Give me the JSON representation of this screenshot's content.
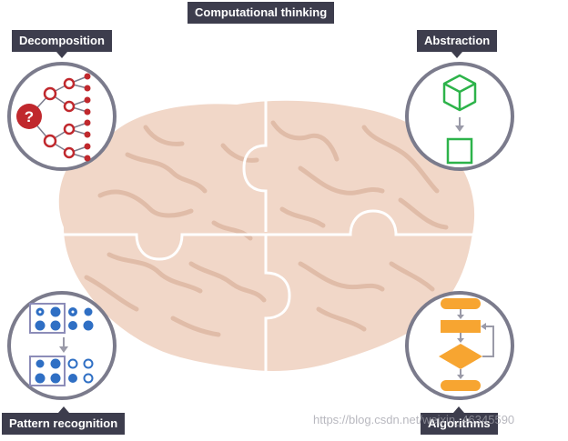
{
  "title": "Computational thinking",
  "concepts": [
    {
      "id": "decomposition",
      "label": "Decomposition"
    },
    {
      "id": "abstraction",
      "label": "Abstraction"
    },
    {
      "id": "pattern-recognition",
      "label": "Pattern recognition"
    },
    {
      "id": "algorithms",
      "label": "Algorithms"
    }
  ],
  "decomposition_symbol": "?",
  "watermark": "https://blog.csdn.net/weixin_46345590",
  "colors": {
    "label_bg": "#3d3d4d",
    "brain_fill": "#f1d7c8",
    "brain_fold": "#e0bca8",
    "circle_border": "#7b7b8c",
    "decomposition_red": "#c0282d",
    "abstraction_green": "#2db34a",
    "pattern_blue": "#2f6fc4",
    "pattern_box": "#8c8cb8",
    "algorithm_orange": "#f7a531",
    "arrow_gray": "#9a9aa8"
  }
}
